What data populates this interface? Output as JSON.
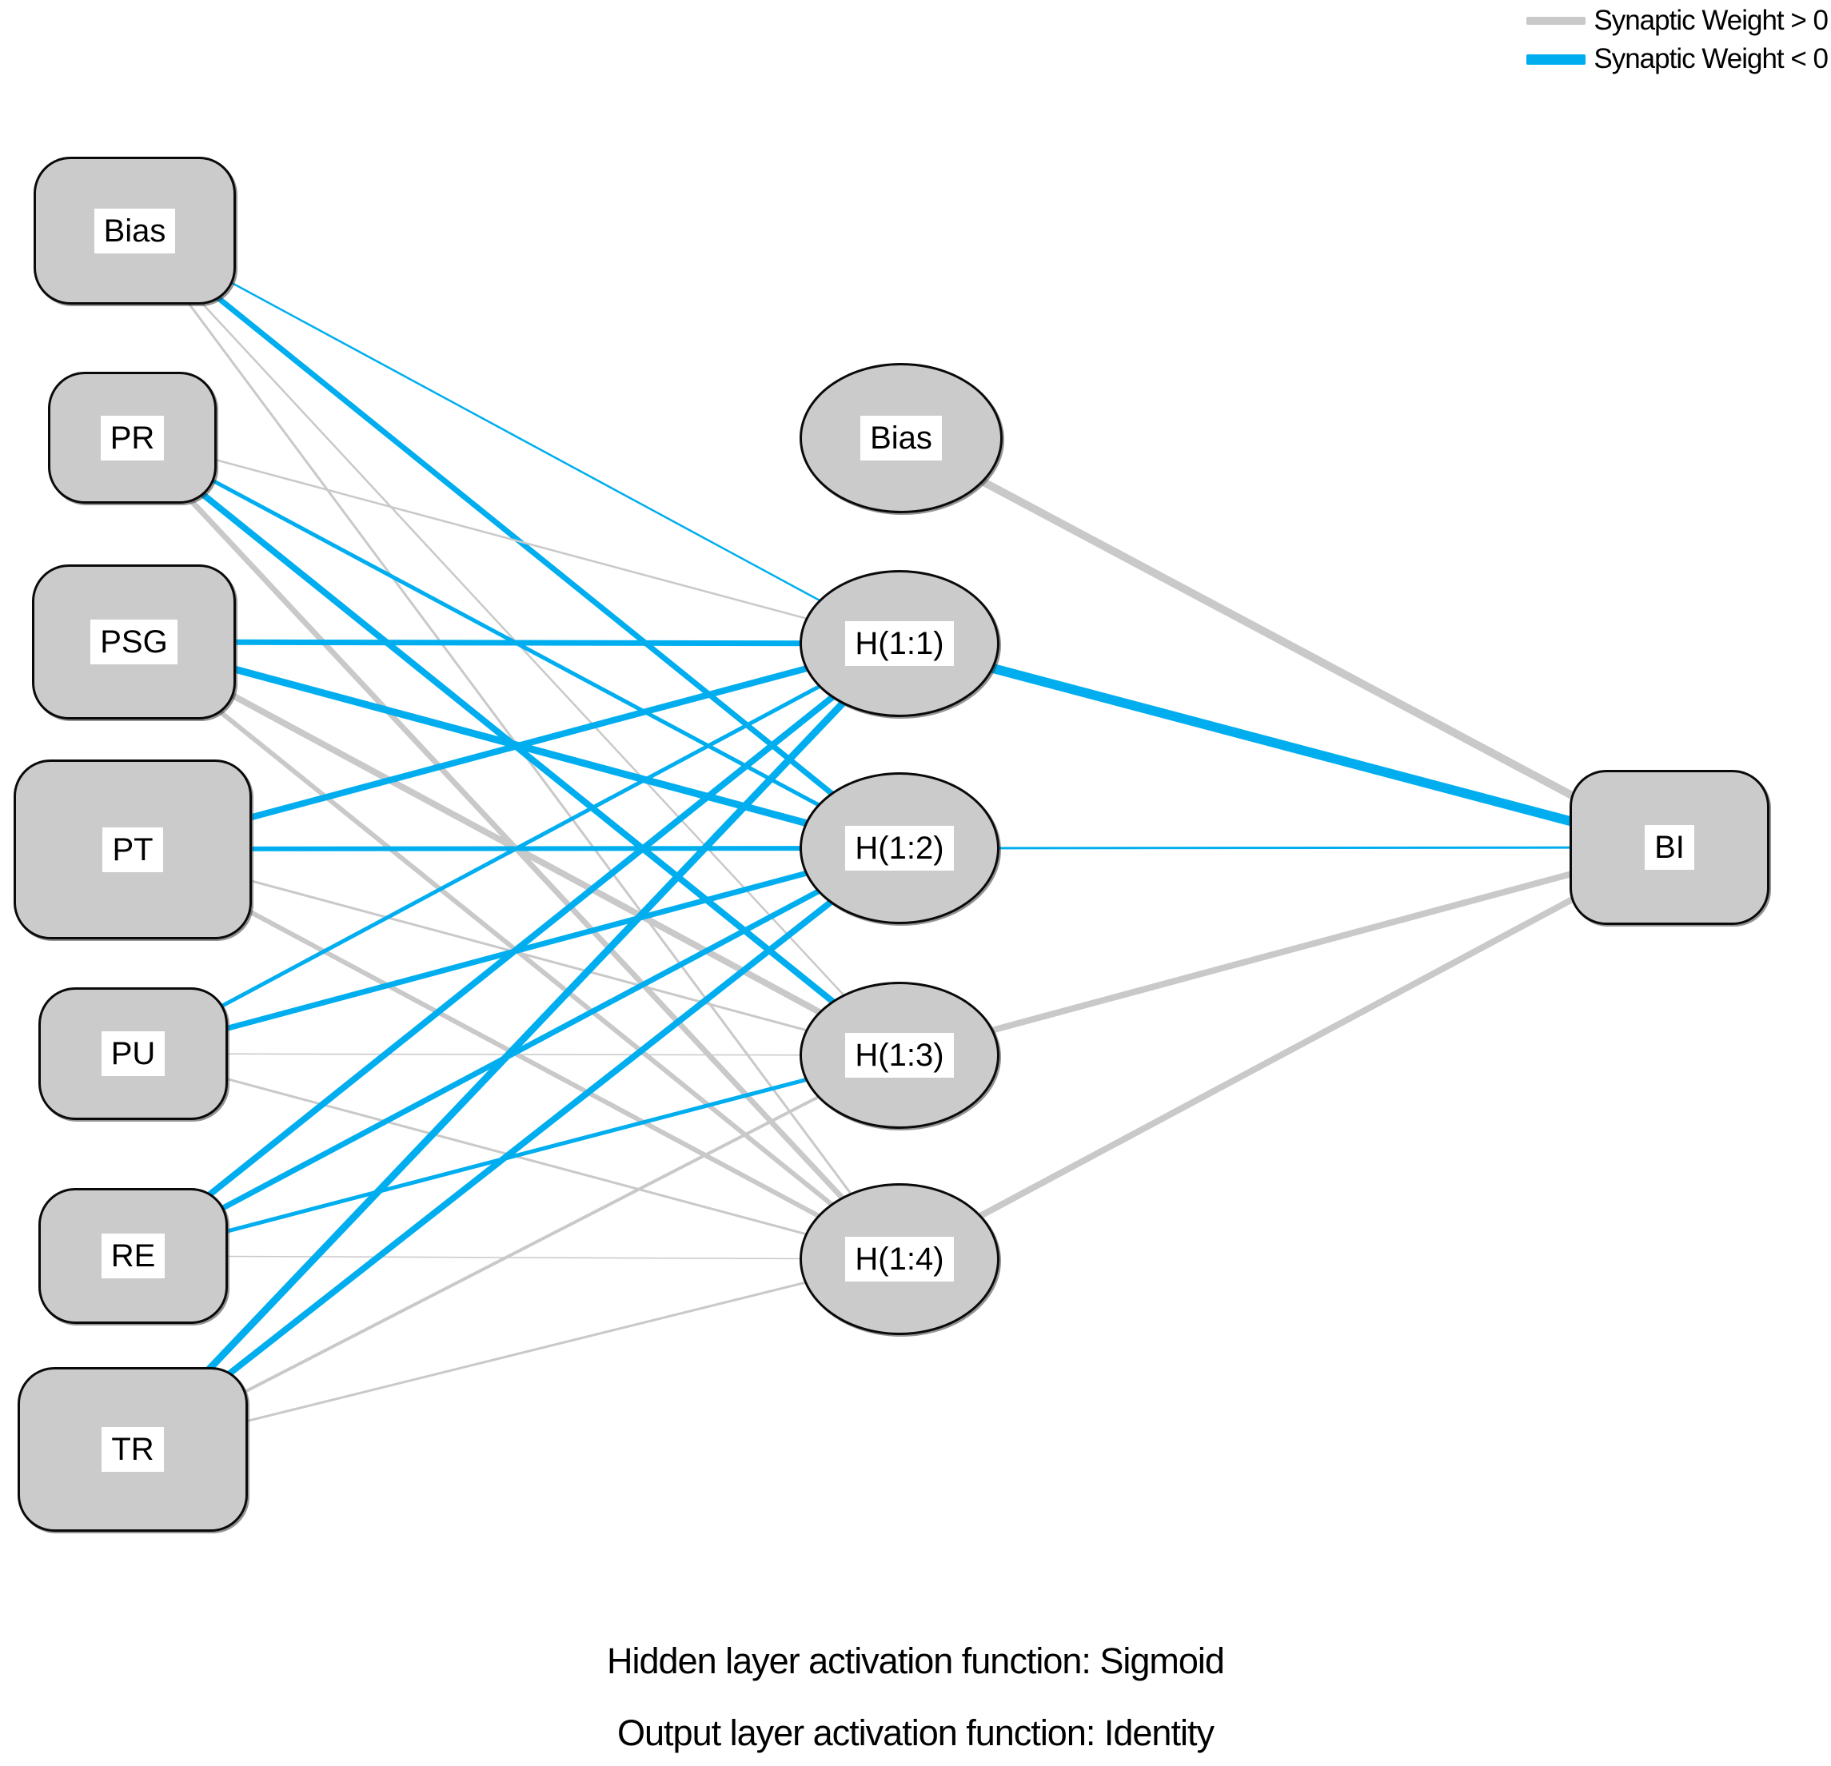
{
  "legend": {
    "positive_label": "Synaptic Weight > 0",
    "negative_label": "Synaptic Weight < 0"
  },
  "colors": {
    "positive": "#c9c9c9",
    "negative": "#00aeef",
    "node_fill": "#cbcbcb",
    "node_border": "#0a0a0a",
    "label_background": "#ffffff"
  },
  "captions": {
    "hidden_activation": "Hidden layer activation function: Sigmoid",
    "output_activation": "Output layer activation function: Identity"
  },
  "input_layer": {
    "nodes": [
      {
        "id": "bias_in",
        "label": "Bias"
      },
      {
        "id": "pr",
        "label": "PR"
      },
      {
        "id": "psg",
        "label": "PSG"
      },
      {
        "id": "pt",
        "label": "PT"
      },
      {
        "id": "pu",
        "label": "PU"
      },
      {
        "id": "re",
        "label": "RE"
      },
      {
        "id": "tr",
        "label": "TR"
      }
    ]
  },
  "hidden_layer": {
    "nodes": [
      {
        "id": "bias_h",
        "label": "Bias"
      },
      {
        "id": "h11",
        "label": "H(1:1)"
      },
      {
        "id": "h12",
        "label": "H(1:2)"
      },
      {
        "id": "h13",
        "label": "H(1:3)"
      },
      {
        "id": "h14",
        "label": "H(1:4)"
      }
    ]
  },
  "output_layer": {
    "nodes": [
      {
        "id": "bi",
        "label": "BI"
      }
    ]
  },
  "connections": [
    {
      "from": "bias_in",
      "to": "h11",
      "sign": "negative",
      "width": 2.5
    },
    {
      "from": "bias_in",
      "to": "h12",
      "sign": "negative",
      "width": 7
    },
    {
      "from": "bias_in",
      "to": "h13",
      "sign": "positive",
      "width": 2.5
    },
    {
      "from": "bias_in",
      "to": "h14",
      "sign": "positive",
      "width": 3
    },
    {
      "from": "pr",
      "to": "h11",
      "sign": "positive",
      "width": 2.5
    },
    {
      "from": "pr",
      "to": "h12",
      "sign": "negative",
      "width": 5
    },
    {
      "from": "pr",
      "to": "h13",
      "sign": "negative",
      "width": 8
    },
    {
      "from": "pr",
      "to": "h14",
      "sign": "positive",
      "width": 7
    },
    {
      "from": "psg",
      "to": "h11",
      "sign": "negative",
      "width": 7
    },
    {
      "from": "psg",
      "to": "h12",
      "sign": "negative",
      "width": 9
    },
    {
      "from": "psg",
      "to": "h13",
      "sign": "positive",
      "width": 8
    },
    {
      "from": "psg",
      "to": "h14",
      "sign": "positive",
      "width": 6
    },
    {
      "from": "pt",
      "to": "h11",
      "sign": "negative",
      "width": 8
    },
    {
      "from": "pt",
      "to": "h12",
      "sign": "negative",
      "width": 6
    },
    {
      "from": "pt",
      "to": "h13",
      "sign": "positive",
      "width": 3
    },
    {
      "from": "pt",
      "to": "h14",
      "sign": "positive",
      "width": 6
    },
    {
      "from": "pu",
      "to": "h11",
      "sign": "negative",
      "width": 5
    },
    {
      "from": "pu",
      "to": "h12",
      "sign": "negative",
      "width": 7
    },
    {
      "from": "pu",
      "to": "h13",
      "sign": "positive",
      "width": 1.5
    },
    {
      "from": "pu",
      "to": "h14",
      "sign": "positive",
      "width": 3
    },
    {
      "from": "re",
      "to": "h11",
      "sign": "negative",
      "width": 8
    },
    {
      "from": "re",
      "to": "h12",
      "sign": "negative",
      "width": 7
    },
    {
      "from": "re",
      "to": "h13",
      "sign": "negative",
      "width": 5
    },
    {
      "from": "re",
      "to": "h14",
      "sign": "positive",
      "width": 1.5
    },
    {
      "from": "tr",
      "to": "h11",
      "sign": "negative",
      "width": 9
    },
    {
      "from": "tr",
      "to": "h12",
      "sign": "negative",
      "width": 8
    },
    {
      "from": "tr",
      "to": "h13",
      "sign": "positive",
      "width": 4
    },
    {
      "from": "tr",
      "to": "h14",
      "sign": "positive",
      "width": 3
    },
    {
      "from": "bias_h",
      "to": "bi",
      "sign": "positive",
      "width": 10
    },
    {
      "from": "h11",
      "to": "bi",
      "sign": "negative",
      "width": 12
    },
    {
      "from": "h12",
      "to": "bi",
      "sign": "negative",
      "width": 3
    },
    {
      "from": "h13",
      "to": "bi",
      "sign": "positive",
      "width": 8
    },
    {
      "from": "h14",
      "to": "bi",
      "sign": "positive",
      "width": 8
    }
  ]
}
